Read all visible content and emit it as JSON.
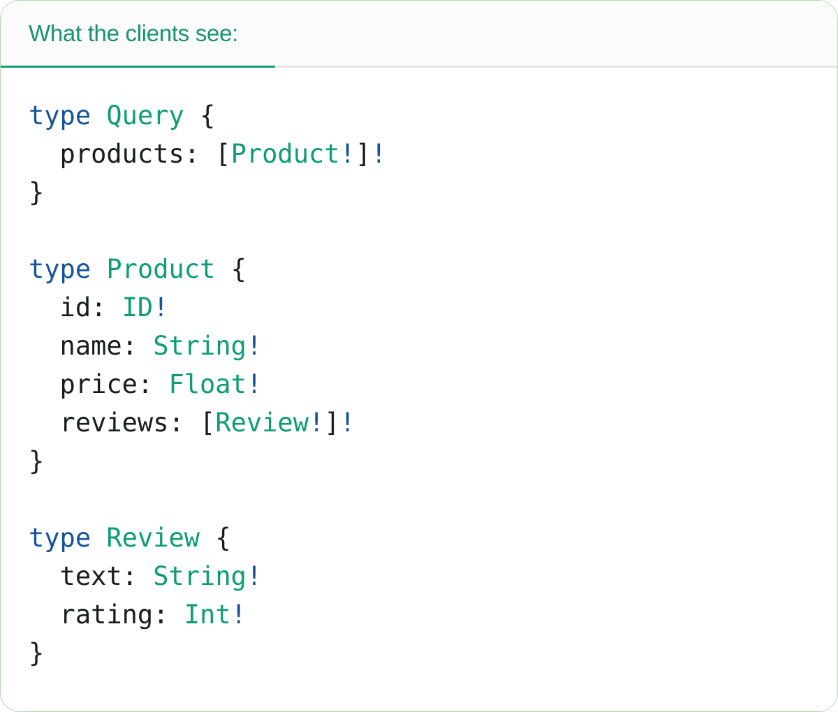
{
  "tab": {
    "label": "What the clients see:"
  },
  "colors": {
    "kw": "#15549a",
    "ty": "#0d9d75",
    "bang": "#15549a",
    "plain": "#1a1b1e",
    "tab_text": "#17936f",
    "tab_underline": "#149c79",
    "divider": "#e5e5e5",
    "strip_bg": "#fbfbfb",
    "card_border": "#b3d5b3",
    "card_bg": "#ffffff"
  },
  "code": {
    "language": "graphql",
    "lines": [
      [
        {
          "t": "type",
          "s": "kw"
        },
        {
          "t": " ",
          "s": "pl"
        },
        {
          "t": "Query",
          "s": "ty"
        },
        {
          "t": " {",
          "s": "pl"
        }
      ],
      [
        {
          "t": "  products: [",
          "s": "pl"
        },
        {
          "t": "Product",
          "s": "ty"
        },
        {
          "t": "!",
          "s": "bg"
        },
        {
          "t": "]",
          "s": "pl"
        },
        {
          "t": "!",
          "s": "bg"
        }
      ],
      [
        {
          "t": "}",
          "s": "pl"
        }
      ],
      [],
      [
        {
          "t": "type",
          "s": "kw"
        },
        {
          "t": " ",
          "s": "pl"
        },
        {
          "t": "Product",
          "s": "ty"
        },
        {
          "t": " {",
          "s": "pl"
        }
      ],
      [
        {
          "t": "  id: ",
          "s": "pl"
        },
        {
          "t": "ID",
          "s": "ty"
        },
        {
          "t": "!",
          "s": "bg"
        }
      ],
      [
        {
          "t": "  name: ",
          "s": "pl"
        },
        {
          "t": "String",
          "s": "ty"
        },
        {
          "t": "!",
          "s": "bg"
        }
      ],
      [
        {
          "t": "  price: ",
          "s": "pl"
        },
        {
          "t": "Float",
          "s": "ty"
        },
        {
          "t": "!",
          "s": "bg"
        }
      ],
      [
        {
          "t": "  reviews: [",
          "s": "pl"
        },
        {
          "t": "Review",
          "s": "ty"
        },
        {
          "t": "!",
          "s": "bg"
        },
        {
          "t": "]",
          "s": "pl"
        },
        {
          "t": "!",
          "s": "bg"
        }
      ],
      [
        {
          "t": "}",
          "s": "pl"
        }
      ],
      [],
      [
        {
          "t": "type",
          "s": "kw"
        },
        {
          "t": " ",
          "s": "pl"
        },
        {
          "t": "Review",
          "s": "ty"
        },
        {
          "t": " {",
          "s": "pl"
        }
      ],
      [
        {
          "t": "  text: ",
          "s": "pl"
        },
        {
          "t": "String",
          "s": "ty"
        },
        {
          "t": "!",
          "s": "bg"
        }
      ],
      [
        {
          "t": "  rating: ",
          "s": "pl"
        },
        {
          "t": "Int",
          "s": "ty"
        },
        {
          "t": "!",
          "s": "bg"
        }
      ],
      [
        {
          "t": "}",
          "s": "pl"
        }
      ]
    ]
  }
}
